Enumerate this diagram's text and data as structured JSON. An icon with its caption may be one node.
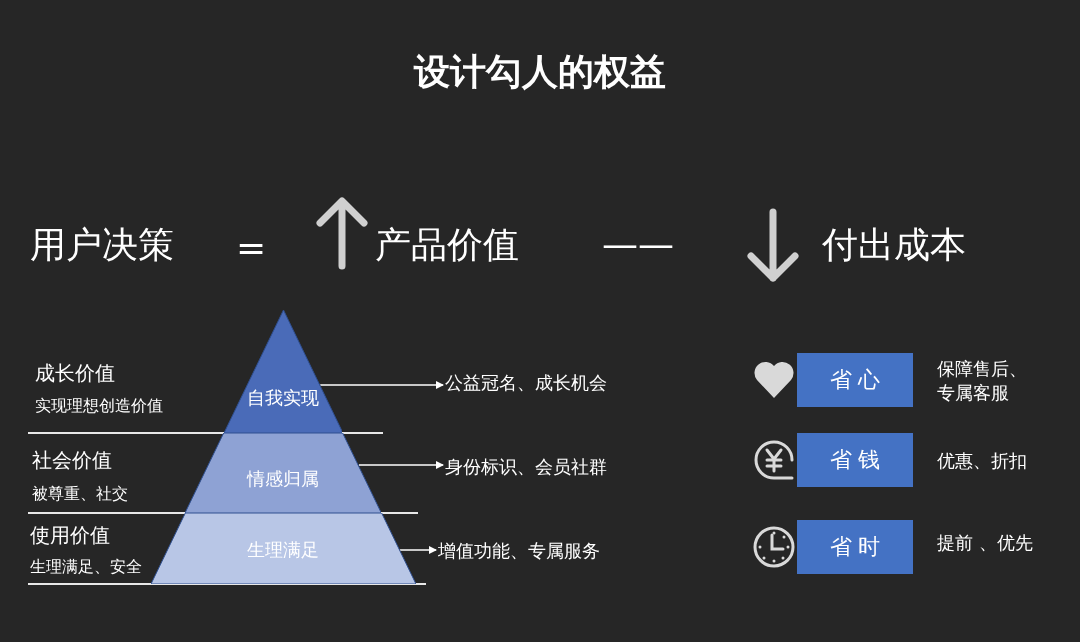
{
  "diagram": {
    "title": "设计勾人的权益",
    "nodes": [
      {
        "text": [
          "自我实现"
        ]
      },
      {
        "text": [
          "情感归属"
        ]
      },
      {
        "text": [
          "生理满足"
        ]
      },
      {
        "text": [
          "公益冠名、成长机会"
        ]
      },
      {
        "text": [
          "身份标识、会员社群"
        ]
      },
      {
        "text": [
          "增值功能、专属服务"
        ]
      },
      {
        "text": [
          "省 心"
        ],
        "beside": [
          "保障售后、专属客服"
        ]
      },
      {
        "text": [
          "省 钱"
        ],
        "beside": [
          "优惠、折扣"
        ]
      },
      {
        "text": [
          "省 时"
        ],
        "beside": [
          "提前 、优先"
        ]
      }
    ],
    "edges": [
      {
        "from": 0,
        "to": 3,
        "arrow": "to"
      },
      {
        "from": 1,
        "to": 4,
        "arrow": "to"
      },
      {
        "from": 2,
        "to": 5,
        "arrow": "to"
      }
    ],
    "labels": [
      "用户决策",
      "=",
      "产品价值",
      "——",
      "付出成本",
      "成长价值",
      "实现理想创造价值",
      "社会价值",
      "被尊重、社交",
      "使用价值",
      "生理满足、安全"
    ]
  }
}
